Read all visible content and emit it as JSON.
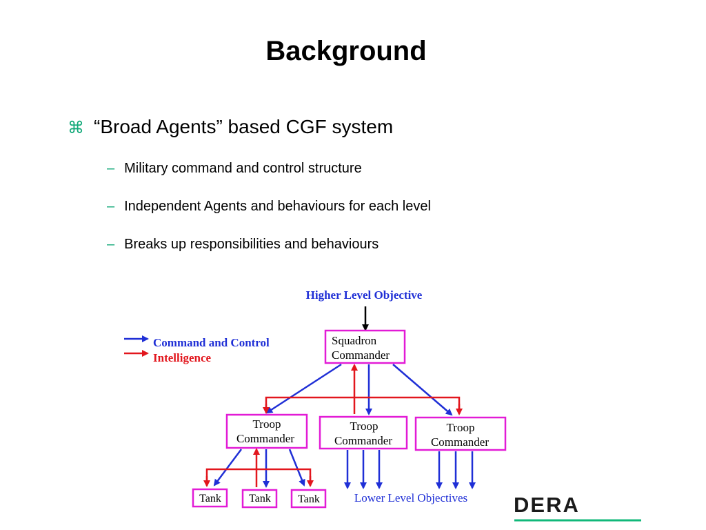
{
  "slide": {
    "title": "Background",
    "bullet": {
      "marker": "⌘",
      "text": "“Broad Agents” based CGF system"
    },
    "sub_bullets": [
      {
        "marker": "–",
        "text": "Military command and control structure"
      },
      {
        "marker": "–",
        "text": "Independent Agents and behaviours for each level"
      },
      {
        "marker": "–",
        "text": "Breaks up responsibilities and behaviours"
      }
    ]
  },
  "diagram": {
    "higher_level_objective": "Higher Level Objective",
    "lower_level_objectives": "Lower Level Objectives",
    "legend": [
      {
        "label": "Command and Control",
        "color": "#1f2fd6"
      },
      {
        "label": "Intelligence",
        "color": "#e2161d"
      }
    ],
    "squadron": {
      "line1": "Squadron",
      "line2": "Commander"
    },
    "troops": [
      {
        "line1": "Troop",
        "line2": "Commander"
      },
      {
        "line1": "Troop",
        "line2": "Commander"
      },
      {
        "line1": "Troop",
        "line2": "Commander"
      }
    ],
    "tanks": [
      "Tank",
      "Tank",
      "Tank"
    ],
    "box_color": "#e21bd6"
  },
  "logo": {
    "text": "DERA",
    "underline_color": "#10b87a"
  }
}
